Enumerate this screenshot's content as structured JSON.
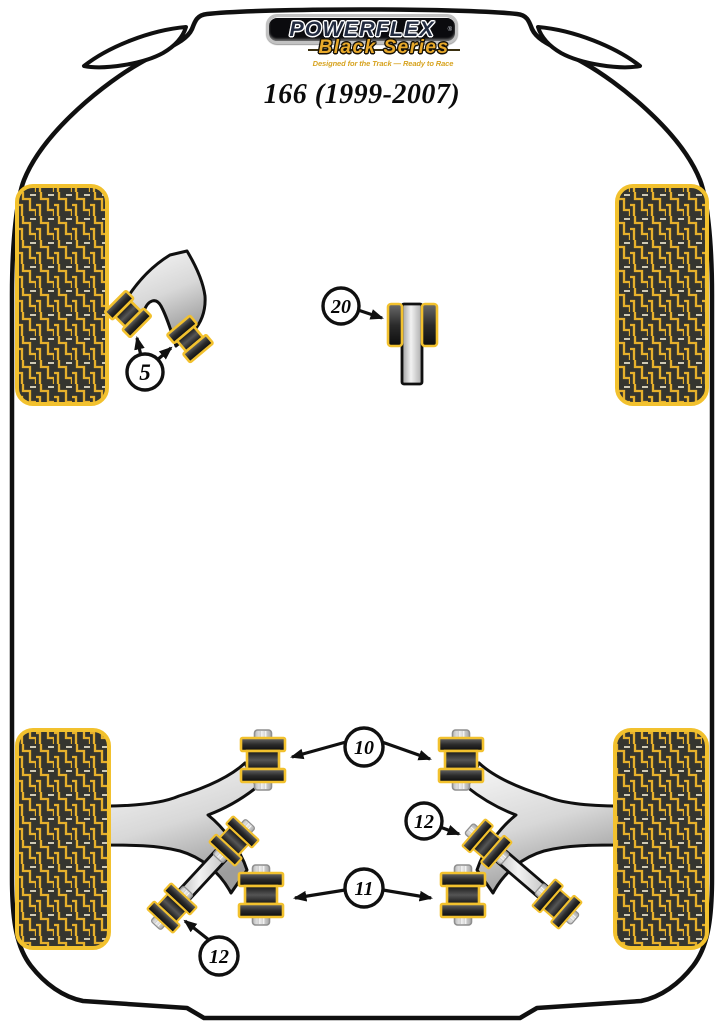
{
  "logo": {
    "brand": "POWERFLEX",
    "registered": "®",
    "series": "Black Series",
    "tagline": "Designed for the Track — Ready to Race"
  },
  "title": "166 (1999-2007)",
  "callouts": [
    {
      "number": "5"
    },
    {
      "number": "20"
    },
    {
      "number": "10"
    },
    {
      "number": "11"
    },
    {
      "number": "12"
    },
    {
      "number": "12"
    }
  ],
  "colors": {
    "gold": "#F2C12E",
    "tread": "#E6B02C",
    "ink": "#101010",
    "series-gold": "#E8A92B",
    "tagline-gold": "#D7A31F",
    "brand-navy": "#222B40",
    "paper": "#FFFFFF"
  }
}
